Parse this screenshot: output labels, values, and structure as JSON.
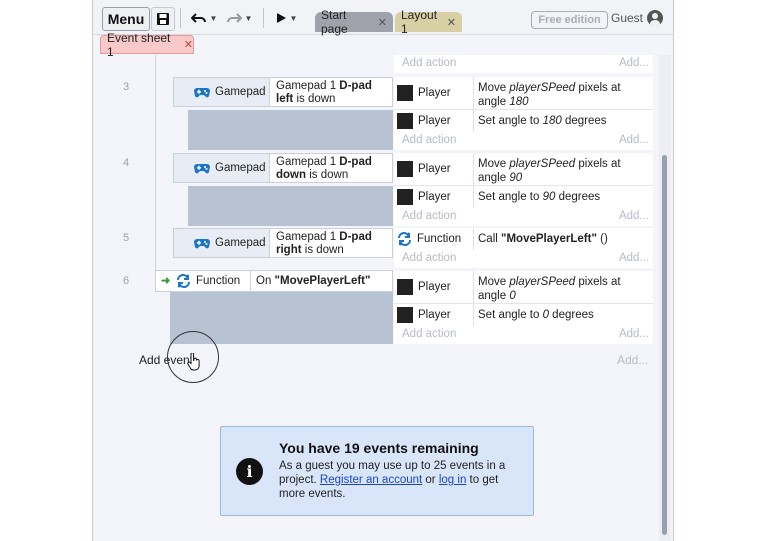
{
  "toolbar": {
    "menu_label": "Menu",
    "tabs": [
      {
        "label": "Start page"
      },
      {
        "label": "Layout 1"
      }
    ],
    "free_edition_label": "Free edition",
    "user_label": "Guest"
  },
  "sheet_tab": {
    "label": "Event sheet 1"
  },
  "events": [
    {
      "number": "3",
      "condition": {
        "object": "Gamepad",
        "text_prefix": "Gamepad 1 ",
        "text_bold": "D-pad left",
        "text_suffix": " is down"
      },
      "actions": [
        {
          "object": "Player",
          "pre": "Move ",
          "italic": "playerSPeed",
          "mid": " pixels at angle ",
          "italic2": "180",
          "post": ""
        },
        {
          "object": "Player",
          "pre": "Set angle to ",
          "italic": "180",
          "mid": " degrees",
          "italic2": "",
          "post": ""
        }
      ]
    },
    {
      "number": "4",
      "condition": {
        "object": "Gamepad",
        "text_prefix": "Gamepad 1 ",
        "text_bold": "D-pad down",
        "text_suffix": " is down"
      },
      "actions": [
        {
          "object": "Player",
          "pre": "Move ",
          "italic": "playerSPeed",
          "mid": " pixels at angle ",
          "italic2": "90",
          "post": ""
        },
        {
          "object": "Player",
          "pre": "Set angle to ",
          "italic": "90",
          "mid": " degrees",
          "italic2": "",
          "post": ""
        }
      ]
    },
    {
      "number": "5",
      "condition": {
        "object": "Gamepad",
        "text_prefix": "Gamepad 1 ",
        "text_bold": "D-pad right",
        "text_suffix": " is down"
      },
      "actions": [
        {
          "object": "Function",
          "call_pre": "Call ",
          "call_bold": "\"MovePlayerLeft\"",
          "call_post": " ()"
        }
      ]
    },
    {
      "number": "6",
      "function": {
        "object": "Function",
        "on_pre": "On ",
        "on_bold": "\"MovePlayerLeft\""
      },
      "actions": [
        {
          "object": "Player",
          "pre": "Move ",
          "italic": "playerSPeed",
          "mid": " pixels at angle ",
          "italic2": "0",
          "post": ""
        },
        {
          "object": "Player",
          "pre": "Set angle to ",
          "italic": "0",
          "mid": " degrees",
          "italic2": "",
          "post": ""
        }
      ]
    }
  ],
  "add_action_label": "Add action",
  "add_more_label": "Add...",
  "add_event_label": "Add event",
  "info": {
    "title": "You have 19 events remaining",
    "body_pre": "As a guest you may use up to 25 events in a project. ",
    "register_link": "Register an account",
    "or_text": " or ",
    "login_link": "log in",
    "body_post": " to get more events."
  }
}
